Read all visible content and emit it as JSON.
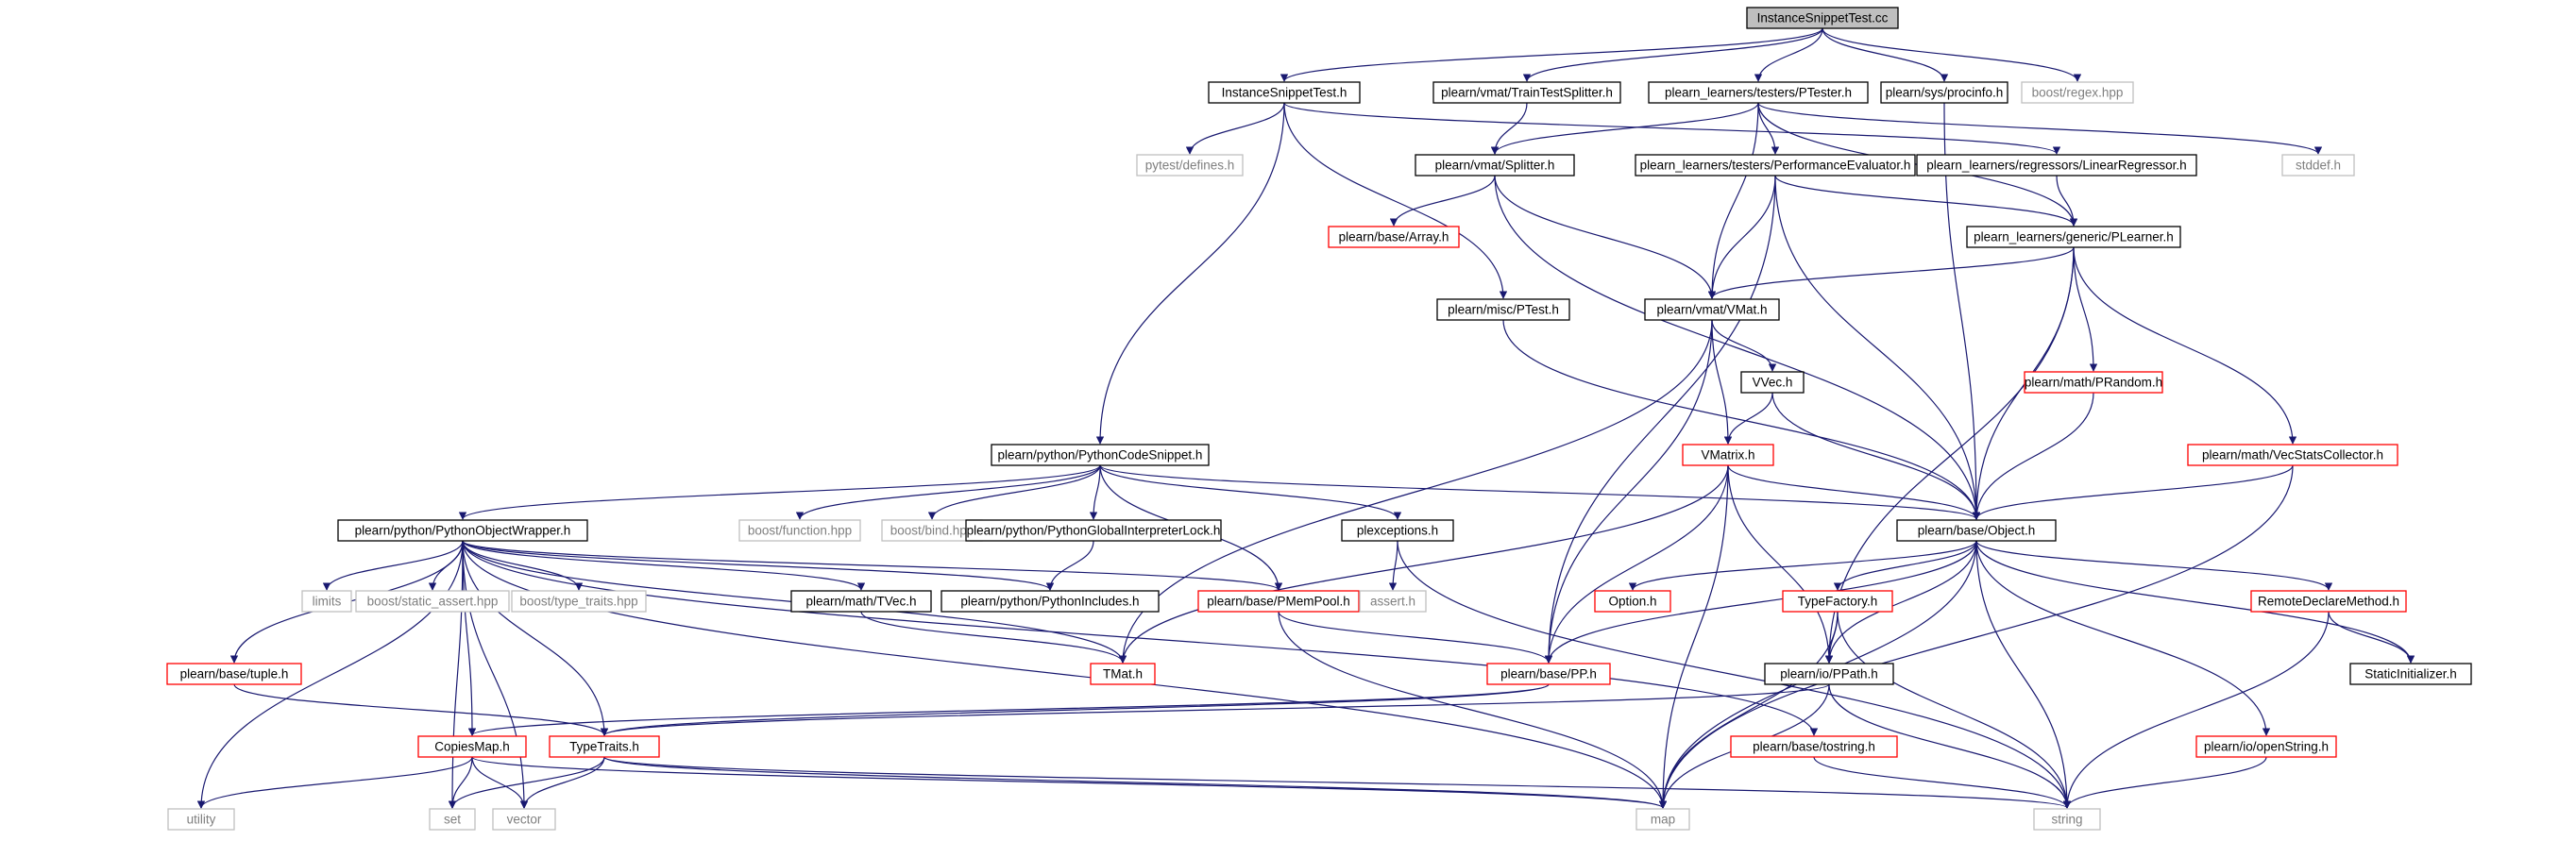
{
  "colors": {
    "root_fill": "#bfbfbf",
    "normal_border": "#000000",
    "truncated_border": "#ff0000",
    "external_border": "#bfbfbf",
    "external_text": "#7f7f7f",
    "edge": "#191970"
  },
  "nodes": {
    "root": "InstanceSnippetTest.cc",
    "ist_h": "InstanceSnippetTest.h",
    "tts": "plearn/vmat/TrainTestSplitter.h",
    "ptester": "plearn_learners/testers/PTester.h",
    "procinfo": "plearn/sys/procinfo.h",
    "regex": "boost/regex.hpp",
    "pytest": "pytest/defines.h",
    "splitter": "plearn/vmat/Splitter.h",
    "perfeval": "plearn_learners/testers/PerformanceEvaluator.h",
    "linreg": "plearn_learners/regressors/LinearRegressor.h",
    "stddef": "stddef.h",
    "array": "plearn/base/Array.h",
    "plearner": "plearn_learners/generic/PLearner.h",
    "ptest": "plearn/misc/PTest.h",
    "vmat": "plearn/vmat/VMat.h",
    "vvec": "VVec.h",
    "prandom": "plearn/math/PRandom.h",
    "vecstats": "plearn/math/VecStatsCollector.h",
    "vmatrix": "VMatrix.h",
    "pcs": "plearn/python/PythonCodeSnippet.h",
    "pow": "plearn/python/PythonObjectWrapper.h",
    "bfunc": "boost/function.hpp",
    "bbind": "boost/bind.hpp",
    "pgil": "plearn/python/PythonGlobalInterpreterLock.h",
    "plexc": "plexceptions.h",
    "object": "plearn/base/Object.h",
    "limits": "limits",
    "bsa": "boost/static_assert.hpp",
    "btt": "boost/type_traits.hpp",
    "tvec": "plearn/math/TVec.h",
    "pyinc": "plearn/python/PythonIncludes.h",
    "pmempool": "plearn/base/PMemPool.h",
    "asserth": "assert.h",
    "option": "Option.h",
    "typefactory": "TypeFactory.h",
    "rdm": "RemoteDeclareMethod.h",
    "tuple": "plearn/base/tuple.h",
    "tmat": "TMat.h",
    "pp": "plearn/base/PP.h",
    "ppath": "plearn/io/PPath.h",
    "statinit": "StaticInitializer.h",
    "copiesmap": "CopiesMap.h",
    "typetraits": "TypeTraits.h",
    "tostring": "plearn/base/tostring.h",
    "openstring": "plearn/io/openString.h",
    "utility": "utility",
    "set": "set",
    "vector": "vector",
    "map": "map",
    "string": "string"
  }
}
